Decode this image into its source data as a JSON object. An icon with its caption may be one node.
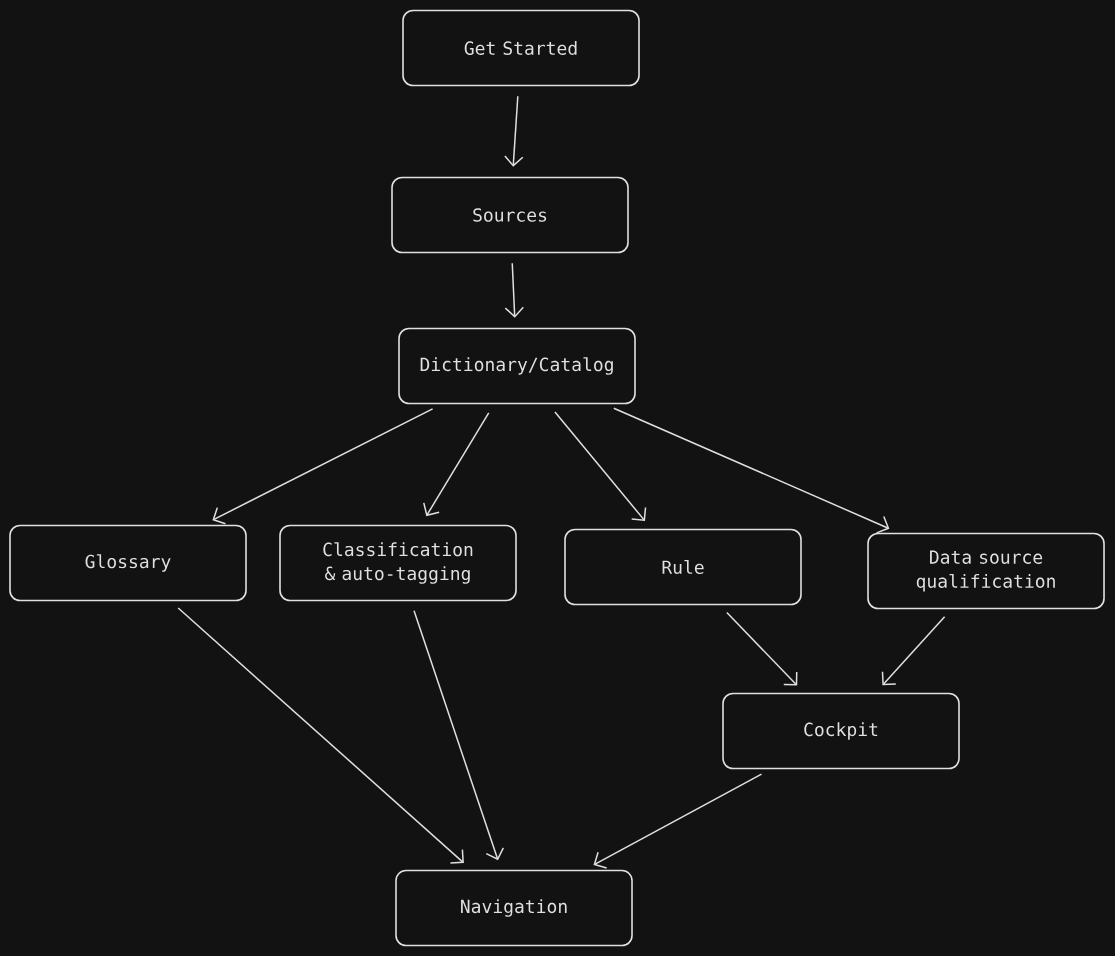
{
  "diagram": {
    "nodes": [
      {
        "text": [
          "Get Started"
        ]
      },
      {
        "text": [
          "Sources"
        ]
      },
      {
        "text": [
          "Dictionary/Catalog"
        ]
      },
      {
        "text": [
          "Glossary"
        ]
      },
      {
        "text": [
          "Classification & auto-tagging"
        ]
      },
      {
        "text": [
          "Rule"
        ]
      },
      {
        "text": [
          "Data source qualification"
        ]
      },
      {
        "text": [
          "Cockpit"
        ]
      },
      {
        "text": [
          "Navigation"
        ]
      }
    ],
    "edges": [
      {
        "from": 0,
        "to": 1,
        "arrow": "to"
      },
      {
        "from": 1,
        "to": 2,
        "arrow": "to"
      },
      {
        "from": 2,
        "to": 3,
        "arrow": "to"
      },
      {
        "from": 2,
        "to": 4,
        "arrow": "to"
      },
      {
        "from": 2,
        "to": 5,
        "arrow": "to"
      },
      {
        "from": 2,
        "to": 6,
        "arrow": "to"
      },
      {
        "from": 3,
        "to": 8,
        "arrow": "to"
      },
      {
        "from": 4,
        "to": 8,
        "arrow": "to"
      },
      {
        "from": 5,
        "to": 7,
        "arrow": "to"
      },
      {
        "from": 6,
        "to": 7,
        "arrow": "to"
      },
      {
        "from": 7,
        "to": 8,
        "arrow": "to"
      }
    ]
  }
}
